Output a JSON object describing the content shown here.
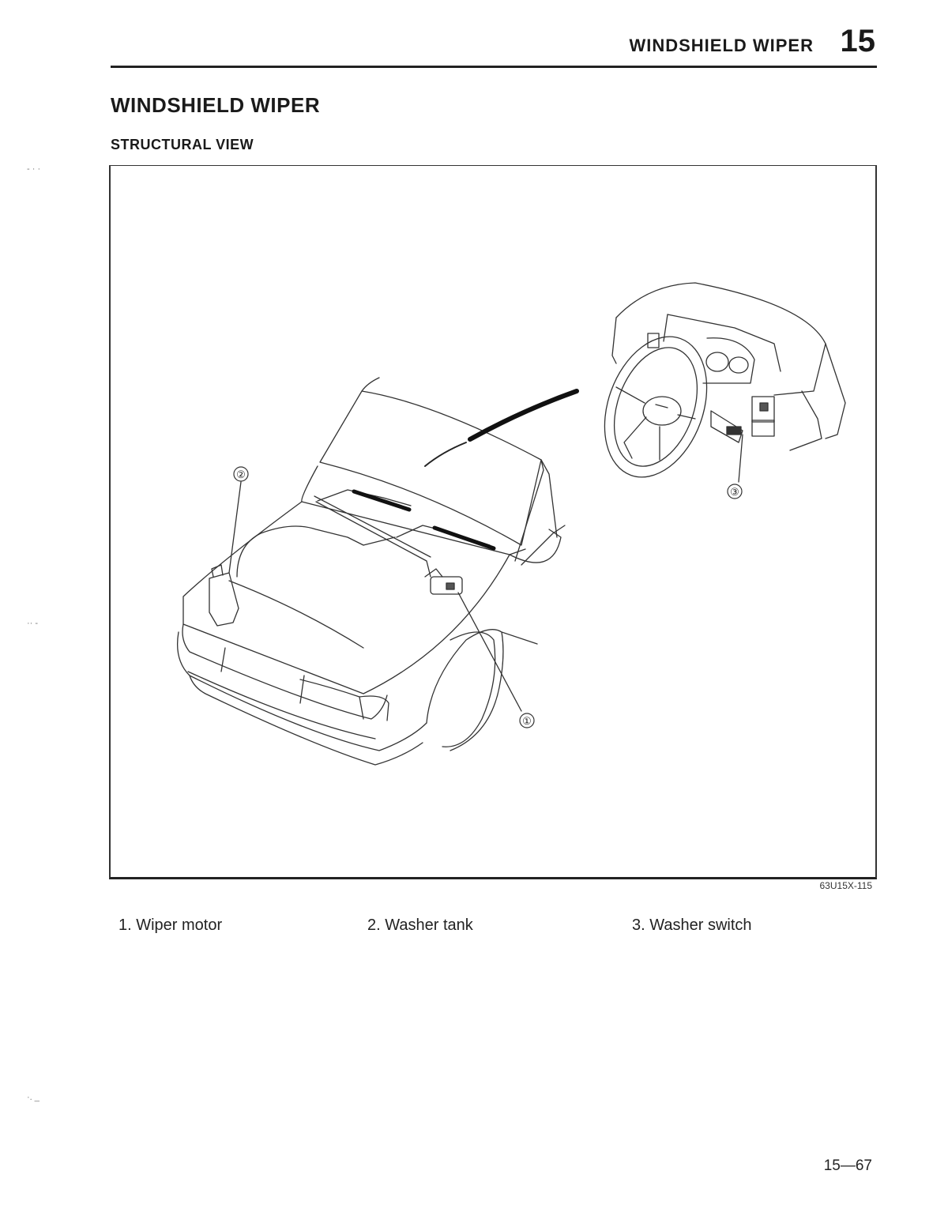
{
  "header": {
    "title": "WINDSHIELD WIPER",
    "section_number": "15"
  },
  "page_title": "WINDSHIELD WIPER",
  "subtitle": "STRUCTURAL VIEW",
  "figure": {
    "callouts": [
      "①",
      "②",
      "③"
    ],
    "code": "63U15X-115"
  },
  "legend": [
    "1. Wiper motor",
    "2. Washer tank",
    "3. Washer switch"
  ],
  "page_number": "15—67"
}
